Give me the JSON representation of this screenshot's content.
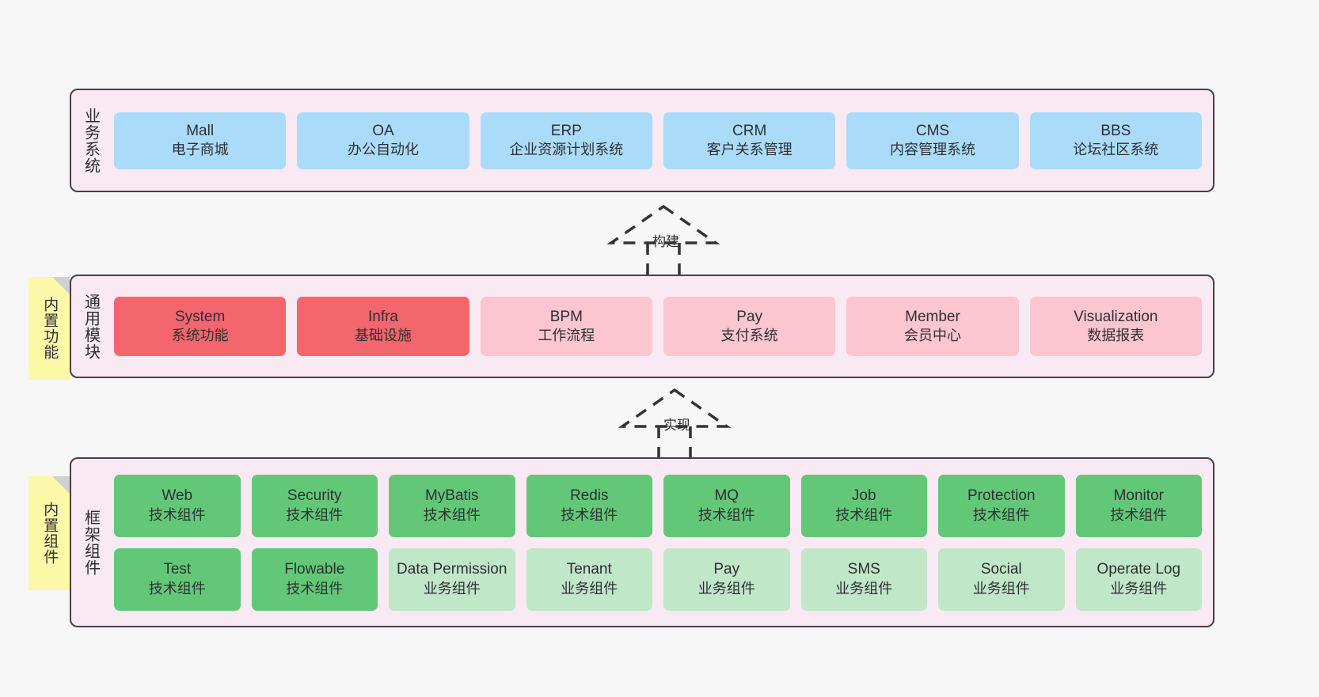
{
  "diagram": {
    "layers": [
      {
        "id": "business",
        "title": "业务系统",
        "cards": [
          {
            "name": "Mall",
            "desc": "电子商城"
          },
          {
            "name": "OA",
            "desc": "办公自动化"
          },
          {
            "name": "ERP",
            "desc": "企业资源计划系统"
          },
          {
            "name": "CRM",
            "desc": "客户关系管理"
          },
          {
            "name": "CMS",
            "desc": "内容管理系统"
          },
          {
            "name": "BBS",
            "desc": "论坛社区系统"
          }
        ]
      },
      {
        "id": "common",
        "title": "通用模块",
        "cards": [
          {
            "name": "System",
            "desc": "系统功能"
          },
          {
            "name": "Infra",
            "desc": "基础设施"
          },
          {
            "name": "BPM",
            "desc": "工作流程"
          },
          {
            "name": "Pay",
            "desc": "支付系统"
          },
          {
            "name": "Member",
            "desc": "会员中心"
          },
          {
            "name": "Visualization",
            "desc": "数据报表"
          }
        ]
      },
      {
        "id": "framework",
        "title": "框架组件",
        "row1": [
          {
            "name": "Web",
            "desc": "技术组件"
          },
          {
            "name": "Security",
            "desc": "技术组件"
          },
          {
            "name": "MyBatis",
            "desc": "技术组件"
          },
          {
            "name": "Redis",
            "desc": "技术组件"
          },
          {
            "name": "MQ",
            "desc": "技术组件"
          },
          {
            "name": "Job",
            "desc": "技术组件"
          },
          {
            "name": "Protection",
            "desc": "技术组件"
          },
          {
            "name": "Monitor",
            "desc": "技术组件"
          }
        ],
        "row2": [
          {
            "name": "Test",
            "desc": "技术组件"
          },
          {
            "name": "Flowable",
            "desc": "技术组件"
          },
          {
            "name": "Data Permission",
            "desc": "业务组件"
          },
          {
            "name": "Tenant",
            "desc": "业务组件"
          },
          {
            "name": "Pay",
            "desc": "业务组件"
          },
          {
            "name": "SMS",
            "desc": "业务组件"
          },
          {
            "name": "Social",
            "desc": "业务组件"
          },
          {
            "name": "Operate Log",
            "desc": "业务组件"
          }
        ]
      }
    ],
    "stickies": [
      {
        "id": "builtin-function",
        "label": "内置功能"
      },
      {
        "id": "builtin-component",
        "label": "内置组件"
      }
    ],
    "connectors": [
      {
        "id": "build",
        "label": "构建"
      },
      {
        "id": "implement",
        "label": "实现"
      }
    ]
  },
  "colors": {
    "background": "#f7f7f7",
    "layer_fill": "#f8e9f3",
    "layer_border": "#4a3f46",
    "business_card": "#aadcfa",
    "common_card_primary": "#f4666d",
    "common_card_secondary": "#fbc6cf",
    "framework_card_tech": "#62c877",
    "framework_card_business": "#bfe7c8",
    "sticky": "#fbf8a8",
    "connector": "#333333"
  }
}
